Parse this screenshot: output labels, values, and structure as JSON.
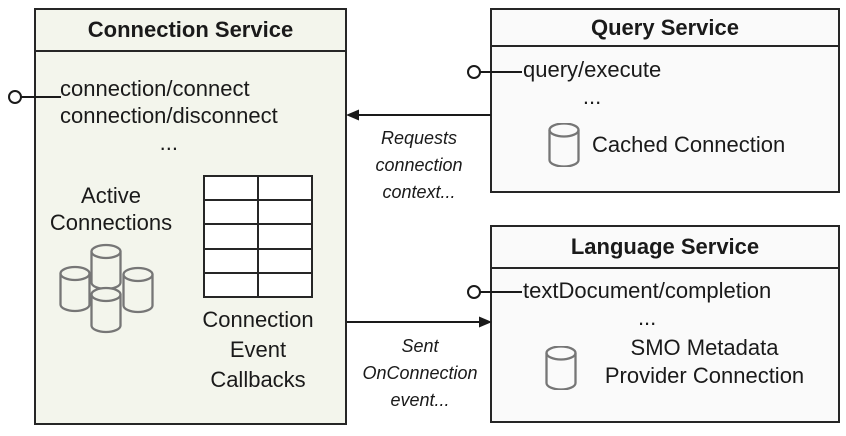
{
  "colors": {
    "connection_box_fill": "#f3f5ec",
    "service_box_fill": "#fafafa",
    "box_border": "#262626",
    "text": "#1a1a1a",
    "database_icon_stroke": "#767676"
  },
  "connection_service": {
    "title": "Connection Service",
    "methods": [
      "connection/connect",
      "connection/disconnect"
    ],
    "ellipsis": "...",
    "active_connections_label": [
      "Active",
      "Connections"
    ],
    "callbacks_label": [
      "Connection",
      "Event",
      "Callbacks"
    ],
    "icons": {
      "active_connections": "database-cluster-icon",
      "callbacks": "table-grid-icon",
      "interface": "interface-lollipop-icon"
    }
  },
  "query_service": {
    "title": "Query Service",
    "methods": [
      "query/execute"
    ],
    "ellipsis": "...",
    "cached_connection_label": "Cached Connection",
    "icons": {
      "database": "database-icon",
      "interface": "interface-lollipop-icon"
    }
  },
  "language_service": {
    "title": "Language Service",
    "methods": [
      "textDocument/completion"
    ],
    "ellipsis": "...",
    "smo_connection_label": [
      "SMO Metadata",
      "Provider Connection"
    ],
    "icons": {
      "database": "database-icon",
      "interface": "interface-lollipop-icon"
    }
  },
  "arrows": {
    "requests": {
      "label": [
        "Requests",
        "connection",
        "context..."
      ],
      "direction": "left"
    },
    "on_connection": {
      "label": [
        "Sent",
        "OnConnection",
        "event..."
      ],
      "direction": "right"
    }
  }
}
